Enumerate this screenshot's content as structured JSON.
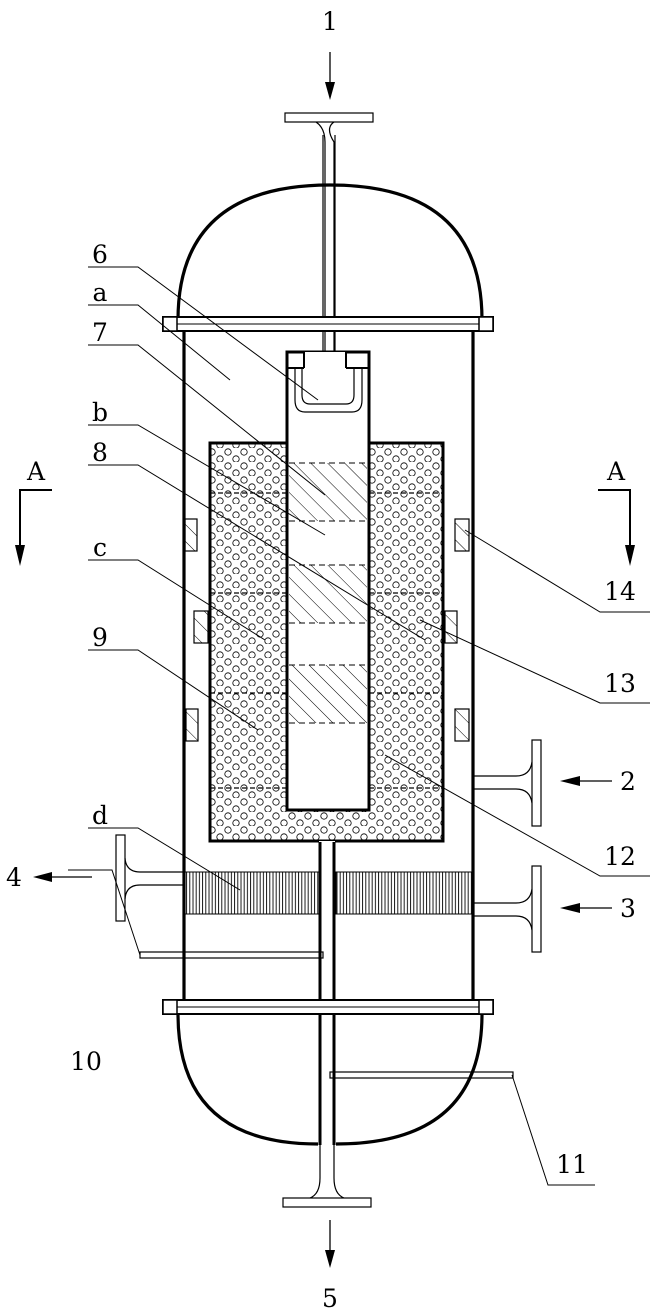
{
  "labels": {
    "n1": "1",
    "n2": "2",
    "n3": "3",
    "n4": "4",
    "n5": "5",
    "n6": "6",
    "n7": "7",
    "n8": "8",
    "n9": "9",
    "n10": "10",
    "n11": "11",
    "n12": "12",
    "n13": "13",
    "n14": "14",
    "a": "a",
    "b": "b",
    "c": "c",
    "d": "d",
    "sectionLeft": "A",
    "sectionRight": "A"
  }
}
